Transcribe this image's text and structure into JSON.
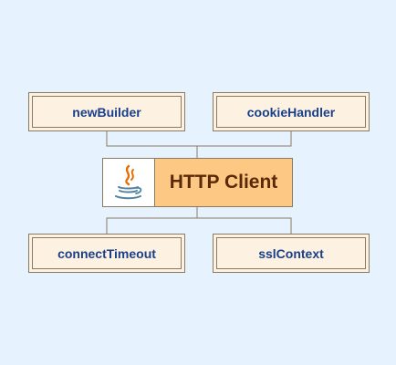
{
  "center": {
    "title": "HTTP Client",
    "logo_icon": "java-coffee-cup-icon"
  },
  "nodes": {
    "new_builder": "newBuilder",
    "cookie_handler": "cookieHandler",
    "connect_timeout": "connectTimeout",
    "ssl_context": "sslContext"
  },
  "colors": {
    "background": "#e6f2fe",
    "node_fill": "#fdf2e2",
    "node_border": "#8a7a62",
    "node_text": "#1a3f8a",
    "center_fill": "#fdc784",
    "center_text": "#5a2a08"
  }
}
